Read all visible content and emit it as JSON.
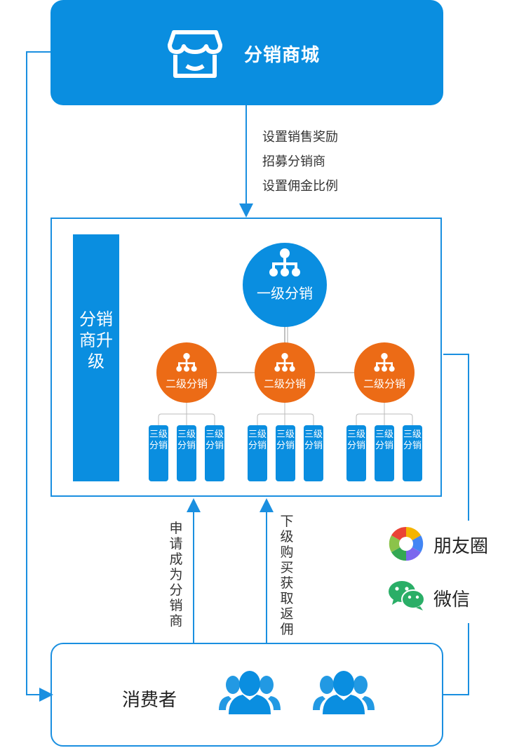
{
  "mall": {
    "title": "分销商城",
    "icon": "store-icon"
  },
  "actions": [
    "设置销售奖励",
    "招募分销商",
    "设置佣金比例"
  ],
  "upgrade": {
    "label": "分销商升级",
    "level1": "一级分销",
    "level2": [
      "二级分销",
      "二级分销",
      "二级分销"
    ],
    "level3": [
      "三级分销",
      "三级分销",
      "三级分销",
      "三级分销",
      "三级分销",
      "三级分销",
      "三级分销",
      "三级分销",
      "三级分销"
    ]
  },
  "left_flow": "申请成为分销商",
  "right_flow": "下级购买获取返佣",
  "social": {
    "moments": "朋友圈",
    "wechat": "微信"
  },
  "consumer": {
    "label": "消费者",
    "icon": "users-icon"
  },
  "colors": {
    "blue": "#0a8ee0",
    "orange": "#ec6b16",
    "line": "#1a8fe0"
  }
}
